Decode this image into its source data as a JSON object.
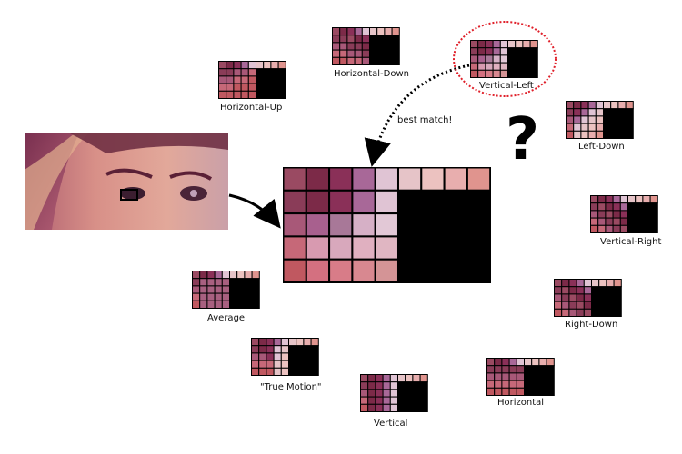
{
  "modes": [
    {
      "id": "horizontal-up",
      "label": "Horizontal-Up"
    },
    {
      "id": "horizontal-down",
      "label": "Horizontal-Down"
    },
    {
      "id": "vertical-left",
      "label": "Vertical-Left",
      "highlighted": true
    },
    {
      "id": "left-down",
      "label": "Left-Down"
    },
    {
      "id": "vertical-right",
      "label": "Vertical-Right"
    },
    {
      "id": "right-down",
      "label": "Right-Down"
    },
    {
      "id": "horizontal",
      "label": "Horizontal"
    },
    {
      "id": "vertical",
      "label": "Vertical"
    },
    {
      "id": "true-motion",
      "label": "\"True Motion\""
    },
    {
      "id": "average",
      "label": "Average"
    }
  ],
  "annotations": {
    "best_match": "best match!",
    "question_mark": "?"
  },
  "colors": {
    "highlight_ring": "#e0202a",
    "arrow": "#000000",
    "block_border": "#000000",
    "grid_line": "#000000"
  },
  "big_block": {
    "top_row": [
      "#9a4a62",
      "#7c2a48",
      "#8a3058",
      "#a86898",
      "#e0c4d4",
      "#e6c4c8",
      "#ecc2c0",
      "#e8aeae",
      "#e0948e"
    ],
    "left_col": [
      "#8a3c58",
      "#a85878",
      "#c66878",
      "#c05860"
    ],
    "predicted": [
      [
        "#7c2a48",
        "#8a3058",
        "#a86898",
        "#e0c4d4"
      ],
      [
        "#a8608e",
        "#a87898",
        "#d6b0c6",
        "#e2c8d6"
      ],
      [
        "#d89ab0",
        "#d8a8bc",
        "#e0b0c0",
        "#e0b6c2"
      ],
      [
        "#d47080",
        "#d87c88",
        "#d88890",
        "#d49496"
      ]
    ],
    "empty_fill": "#000000"
  }
}
